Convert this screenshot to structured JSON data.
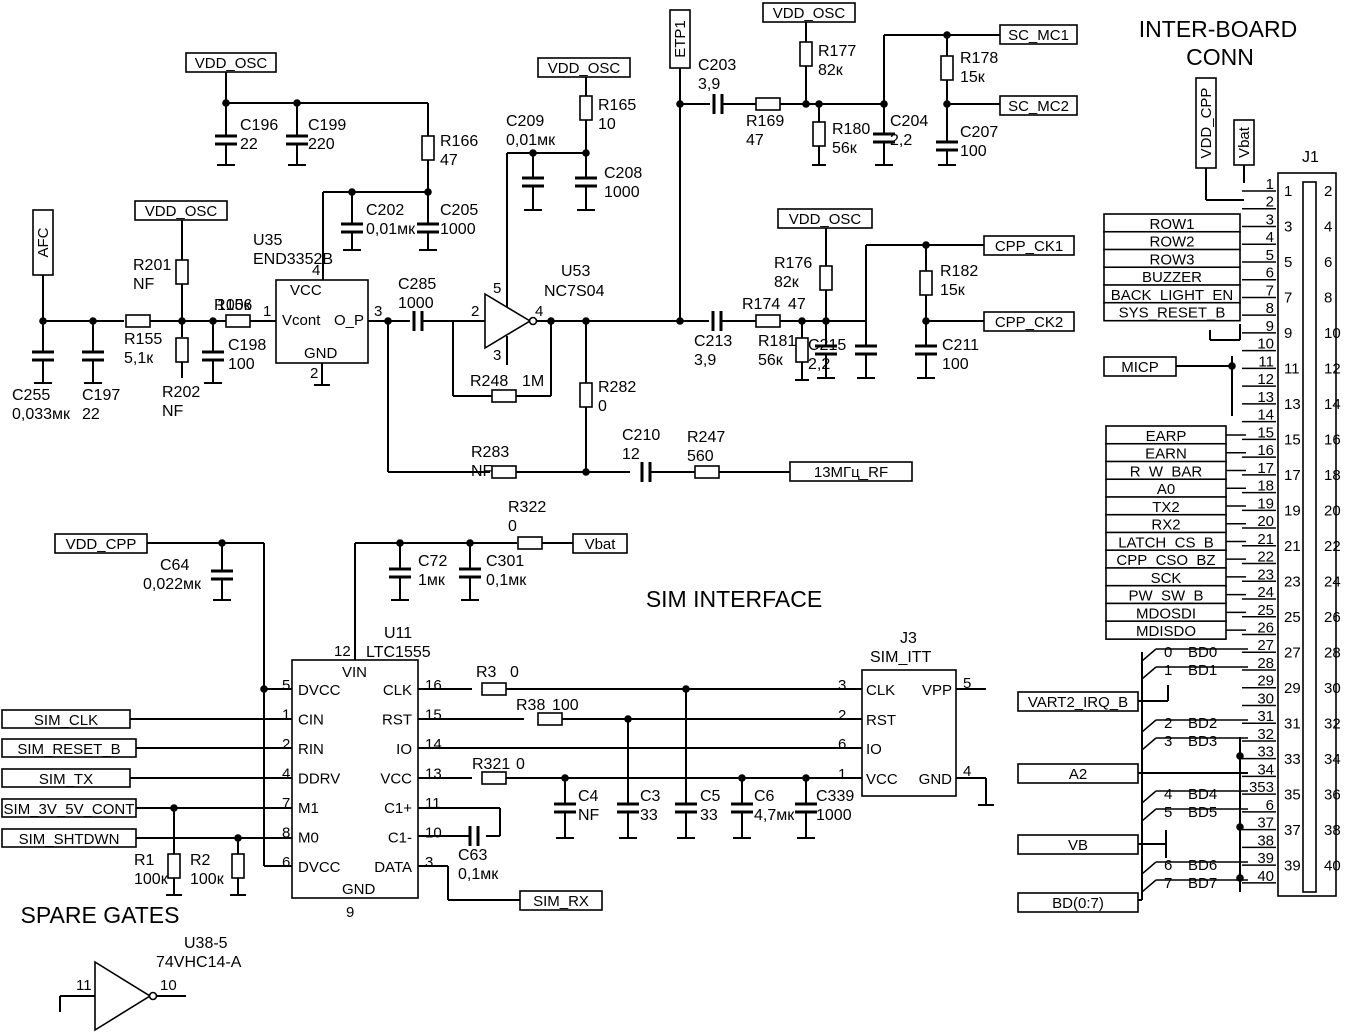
{
  "titles": {
    "inter_board": [
      "INTER-BOARD",
      "CONN"
    ],
    "sim": "SIM INTERFACE",
    "spare": "SPARE GATES"
  },
  "flags": {
    "vdd_osc": "VDD_OSC",
    "vdd_cpp": "VDD_CPP",
    "vbat": "Vbat",
    "afc": "AFC",
    "etp1": "ETP1",
    "sc_mc1": "SC_MC1",
    "sc_mc2": "SC_MC2",
    "cpp_ck1": "CPP_CK1",
    "cpp_ck2": "CPP_CK2",
    "rf": "13МГц_RF",
    "micp": "MICP",
    "sim_rx": "SIM_RX",
    "vart2": "VART2_IRQ_B",
    "a2": "A2",
    "vb": "VB",
    "bd": "BD(0:7)"
  },
  "components": {
    "c196": [
      "C196",
      "22"
    ],
    "c199": [
      "C199",
      "220"
    ],
    "r166": [
      "R166",
      "47"
    ],
    "c202": [
      "C202",
      "0,01мк"
    ],
    "c205": [
      "C205",
      "1000"
    ],
    "u35": [
      "U35",
      "END3352B"
    ],
    "u35_pins": {
      "vcc": "VCC",
      "vcont": "Vcont",
      "op": "O_P",
      "gnd": "GND",
      "p1": "1",
      "p2": "2",
      "p3": "3",
      "p4": "4"
    },
    "r201": [
      "R201",
      "NF"
    ],
    "r156": [
      "R156",
      "100к"
    ],
    "r155": [
      "R155",
      "5,1к"
    ],
    "c198": [
      "C198",
      "100"
    ],
    "r202": [
      "R202",
      "NF"
    ],
    "c255": [
      "C255",
      "0,033мк"
    ],
    "c197": [
      "C197",
      "22"
    ],
    "c285": [
      "C285",
      "1000"
    ],
    "c209": [
      "C209",
      "0,01мк"
    ],
    "r165": [
      "R165",
      "10"
    ],
    "c208": [
      "C208",
      "1000"
    ],
    "u53": [
      "U53",
      "NC7S04"
    ],
    "u53_pins": {
      "p2": "2",
      "p3": "3",
      "p4": "4",
      "p5": "5"
    },
    "r248": [
      "R248",
      "1M"
    ],
    "r282": [
      "R282",
      "0"
    ],
    "r283": [
      "R283",
      "NF"
    ],
    "c210": [
      "C210",
      "12"
    ],
    "r247": [
      "R247",
      "560"
    ],
    "c203": [
      "C203",
      "3,9"
    ],
    "r169": [
      "R169",
      "47"
    ],
    "r177": [
      "R177",
      "82к"
    ],
    "r180": [
      "R180",
      "56к"
    ],
    "c204": [
      "C204",
      "2,2"
    ],
    "r178": [
      "R178",
      "15к"
    ],
    "c207": [
      "C207",
      "100"
    ],
    "c213": [
      "C213",
      "3,9"
    ],
    "r174": [
      "R174",
      "47"
    ],
    "r181": [
      "R181",
      "56к"
    ],
    "c215": [
      "C215",
      "2,2"
    ],
    "r176": [
      "R176",
      "82к"
    ],
    "r182": [
      "R182",
      "15к"
    ],
    "c211": [
      "C211",
      "100"
    ],
    "c64": [
      "C64",
      "0,022мк"
    ],
    "r322": [
      "R322",
      "0"
    ],
    "c72": [
      "C72",
      "1мк"
    ],
    "c301": [
      "C301",
      "0,1мк"
    ],
    "u11": [
      "U11",
      "LTC1555"
    ],
    "j3": [
      "J3",
      "SIM_ITT"
    ],
    "j1": "J1",
    "r3": [
      "R3",
      "0"
    ],
    "r38": [
      "R38",
      "100"
    ],
    "r321": [
      "R321",
      "0"
    ],
    "c4": [
      "C4",
      "NF"
    ],
    "c3": [
      "C3",
      "33"
    ],
    "c5": [
      "C5",
      "33"
    ],
    "c6": [
      "C6",
      "4,7мк"
    ],
    "c339": [
      "C339",
      "1000"
    ],
    "c63": [
      "C63",
      "0,1мк"
    ],
    "r1": [
      "R1",
      "100к"
    ],
    "r2": [
      "R2",
      "100к"
    ],
    "u38": [
      "U38-5",
      "74VHC14-A"
    ],
    "u38_pins": {
      "in": "11",
      "out": "10"
    }
  },
  "u11_left_pins": [
    {
      "name": "DVCC",
      "num": "5"
    },
    {
      "name": "CIN",
      "num": "1"
    },
    {
      "name": "RIN",
      "num": "2"
    },
    {
      "name": "DDRV",
      "num": "4"
    },
    {
      "name": "M1",
      "num": "7"
    },
    {
      "name": "M0",
      "num": "8"
    },
    {
      "name": "DVCC",
      "num": "6"
    }
  ],
  "u11_right_pins": [
    {
      "name": "CLK",
      "num": "16"
    },
    {
      "name": "RST",
      "num": "15"
    },
    {
      "name": "IO",
      "num": "14"
    },
    {
      "name": "VCC",
      "num": "13"
    },
    {
      "name": "C1+",
      "num": "11"
    },
    {
      "name": "C1-",
      "num": "10"
    },
    {
      "name": "DATA",
      "num": "3"
    }
  ],
  "u11_misc": {
    "vin": "VIN",
    "vin_num": "12",
    "gnd": "GND",
    "gnd_num": "9"
  },
  "j3_pins": [
    {
      "name": "CLK",
      "num": "3"
    },
    {
      "name": "RST",
      "num": "2"
    },
    {
      "name": "IO",
      "num": "6"
    },
    {
      "name": "VCC",
      "num": "1"
    }
  ],
  "j3_right": [
    {
      "name": "VPP",
      "num": "5"
    },
    {
      "name": "GND",
      "num": "4"
    }
  ],
  "sim_signals": [
    "SIM_CLK",
    "SIM_RESET_B",
    "SIM_TX",
    "SIM_3V_5V_CONT",
    "SIM_SHTDWN"
  ],
  "j1_signals_a": [
    "ROW1",
    "ROW2",
    "ROW3",
    "BUZZER",
    "BACK_LIGHT_EN",
    "SYS_RESET_B"
  ],
  "j1_signals_b": [
    "EARP",
    "EARN",
    "R_W_BAR",
    "A0",
    "TX2",
    "RX2",
    "LATCH_CS_B",
    "CPP_CSO_BZ",
    "SCK",
    "PW_SW_B",
    "MDOSDI",
    "MDISDO"
  ],
  "bd_taps": [
    {
      "idx": "0",
      "net": "BD0"
    },
    {
      "idx": "1",
      "net": "BD1"
    },
    {
      "idx": "2",
      "net": "BD2"
    },
    {
      "idx": "3",
      "net": "BD3"
    },
    {
      "idx": "4",
      "net": "BD4"
    },
    {
      "idx": "5",
      "net": "BD5"
    },
    {
      "idx": "6",
      "net": "BD6"
    },
    {
      "idx": "7",
      "net": "BD7"
    }
  ],
  "j1_inner": [
    "1",
    "2",
    "3",
    "4",
    "5",
    "6",
    "7",
    "8",
    "9",
    "10",
    "11",
    "12",
    "13",
    "14",
    "15",
    "16",
    "17",
    "18",
    "19",
    "20",
    "21",
    "22",
    "23",
    "24",
    "25",
    "26",
    "27",
    "28",
    "29",
    "30",
    "31",
    "32",
    "33",
    "34",
    "353",
    "6",
    "37",
    "38",
    "39",
    "40"
  ],
  "j1_left_col": [
    "1",
    "3",
    "5",
    "7",
    "9",
    "11",
    "13",
    "15",
    "17",
    "19",
    "21",
    "23",
    "25",
    "27",
    "29",
    "31",
    "33",
    "35",
    "37",
    "39"
  ],
  "j1_right_col": [
    "2",
    "4",
    "6",
    "8",
    "10",
    "12",
    "14",
    "16",
    "18",
    "20",
    "22",
    "24",
    "26",
    "28",
    "30",
    "32",
    "34",
    "36",
    "38",
    "40"
  ]
}
